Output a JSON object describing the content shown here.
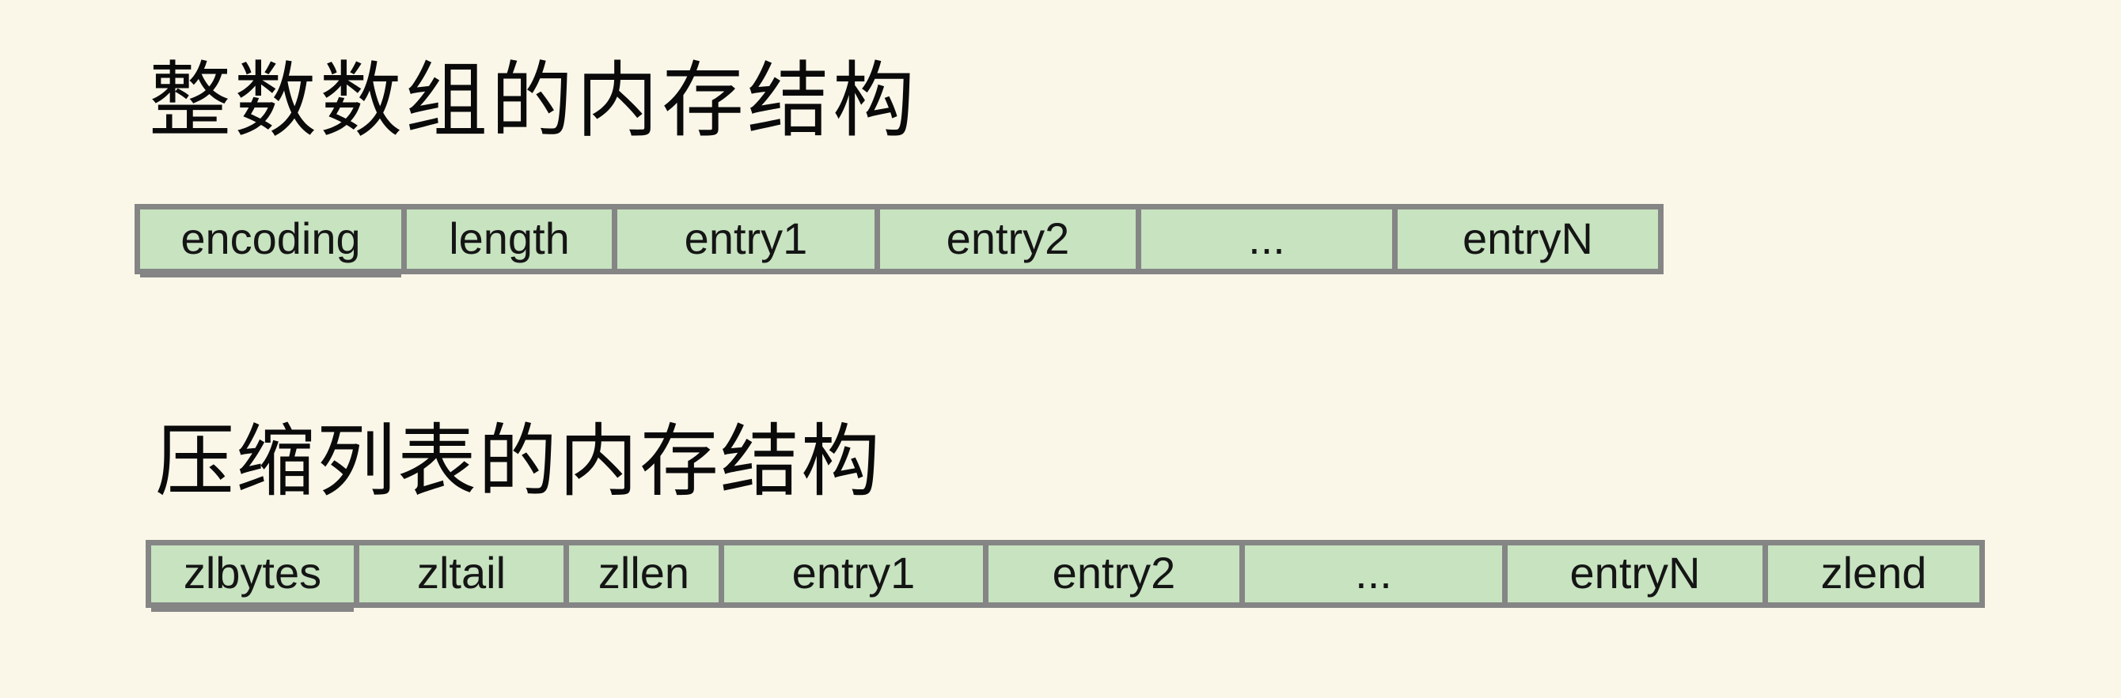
{
  "canvas": {
    "background": "#faf7e9"
  },
  "style": {
    "cell_fill": "#c7e3c0",
    "cell_border_gray": "#858585",
    "cell_text_color": "#151515",
    "title_color": "#0a0a0a"
  },
  "diagrams": [
    {
      "title": "整数数组的内存结构",
      "cells": [
        "encoding",
        "length",
        "entry1",
        "entry2",
        "...",
        "entryN"
      ]
    },
    {
      "title": "压缩列表的内存结构",
      "cells": [
        "zlbytes",
        "zltail",
        "zllen",
        "entry1",
        "entry2",
        "...",
        "entryN",
        "zlend"
      ]
    }
  ]
}
